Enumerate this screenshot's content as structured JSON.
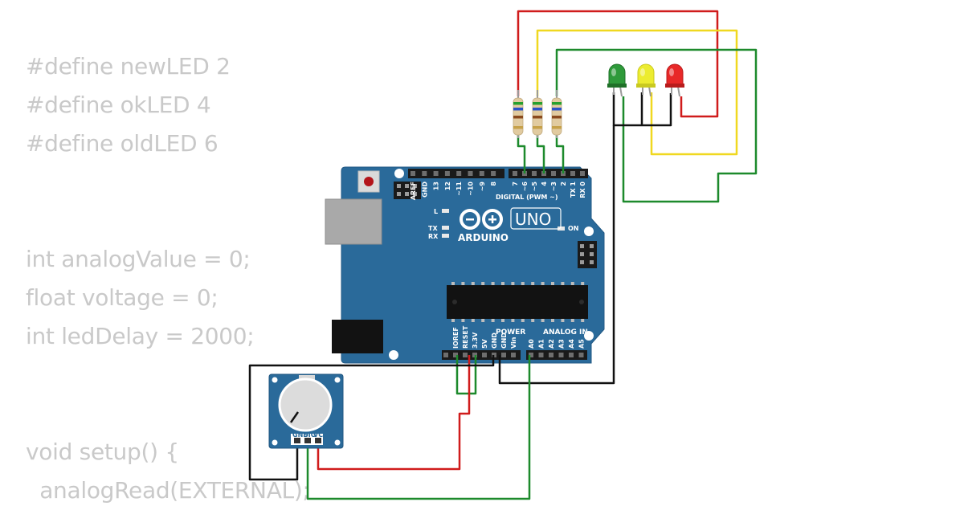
{
  "code_lines": [
    "#define newLED 2",
    "#define okLED 4",
    "#define oldLED 6",
    "",
    "",
    "int analogValue = 0;",
    "float voltage = 0;",
    "int ledDelay = 2000;",
    "",
    "",
    "void setup() {",
    "  analogRead(EXTERNAL);"
  ],
  "board": {
    "brand": "ARDUINO",
    "model": "UNO",
    "digital_header_label": "DIGITAL (PWM ~)",
    "power_label": "POWER",
    "analog_label": "ANALOG IN",
    "on_label": "ON",
    "led_labels": [
      "L",
      "TX",
      "RX"
    ],
    "digital_pins": [
      "AREF",
      "GND",
      "13",
      "12",
      "~11",
      "~10",
      "~9",
      "8",
      "7",
      "~6",
      "~5",
      "4",
      "~3",
      "2",
      "TX 1",
      "RX 0"
    ],
    "power_pins": [
      "IOREF",
      "RESET",
      "3.3V",
      "5V",
      "GND",
      "GND",
      "Vin"
    ],
    "analog_pins": [
      "A0",
      "A1",
      "A2",
      "A3",
      "A4",
      "A5"
    ]
  },
  "potentiometer": {
    "pins": [
      "GND",
      "SIG",
      "VCC"
    ]
  },
  "colors": {
    "board": "#2a6a9a",
    "wire_red": "#d01c1c",
    "wire_yellow": "#f0d820",
    "wire_green": "#1d8a2c",
    "wire_black": "#111111",
    "led_green": "#2e9a3a",
    "led_yellow": "#ecec30",
    "led_red": "#e82828",
    "code_text": "#c9c9c9"
  }
}
